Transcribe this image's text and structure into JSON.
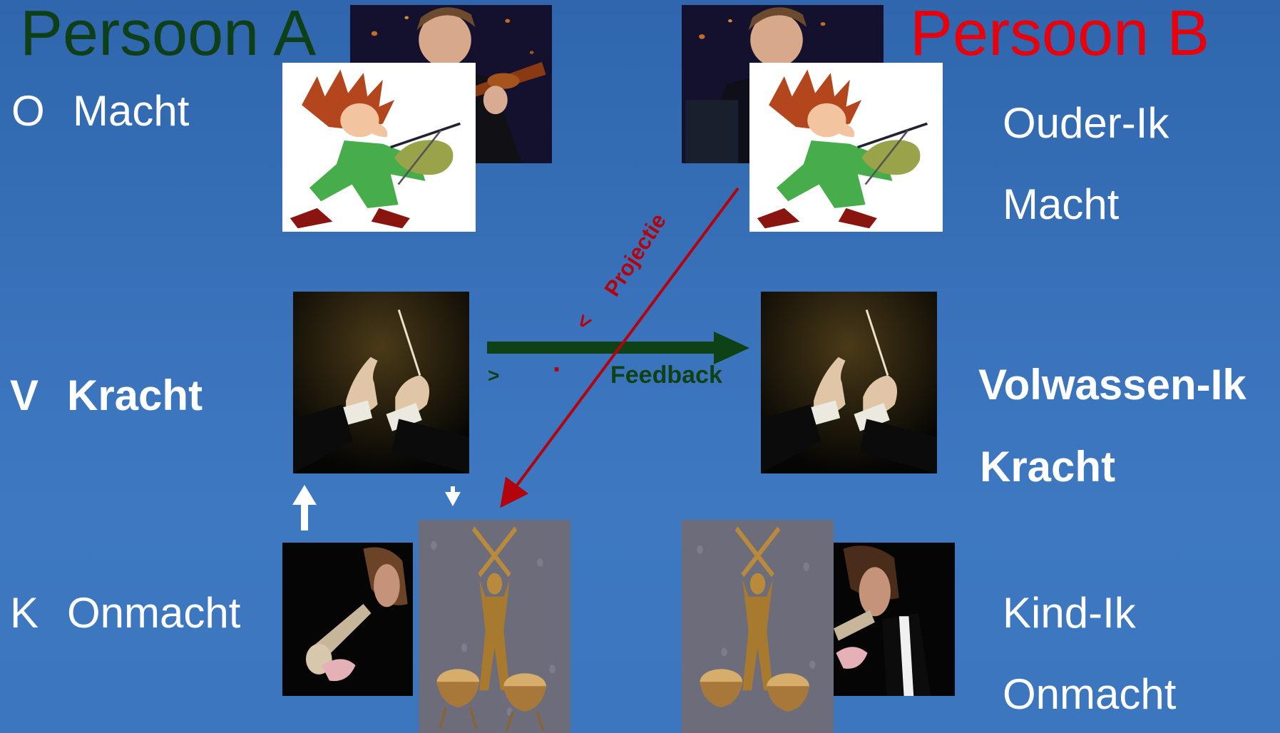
{
  "colors": {
    "background": "#3a73bb",
    "persoon_a": "#0e3f17",
    "persoon_b": "#e8000a",
    "text": "#ffffff",
    "projectie_arrow": "#b3040e",
    "feedback_arrow": "#0f4116"
  },
  "persoon_a": {
    "title": "Persoon A",
    "rows": [
      {
        "letter": "O",
        "label": "Macht"
      },
      {
        "letter": "V",
        "label": "Kracht"
      },
      {
        "letter": "K",
        "label": "Onmacht"
      }
    ]
  },
  "persoon_b": {
    "title": "Persoon B",
    "states": [
      {
        "name": "Ouder-Ik",
        "label": "Macht"
      },
      {
        "name": "Volwassen-Ik",
        "label": "Kracht"
      },
      {
        "name": "Kind-Ik",
        "label": "Onmacht"
      }
    ]
  },
  "arrows": {
    "projectie": {
      "label": "Projectie",
      "marker": "<",
      "dot": "."
    },
    "feedback": {
      "label": "Feedback",
      "marker": ">"
    }
  },
  "images": {
    "violinist_photo": "violinist-photo",
    "cartoon_violinist": "cartoon-violinist",
    "conductor_hands": "conductor-hands",
    "trumpet_player": "trumpet-player",
    "drummer_statue": "drummer-statue"
  }
}
